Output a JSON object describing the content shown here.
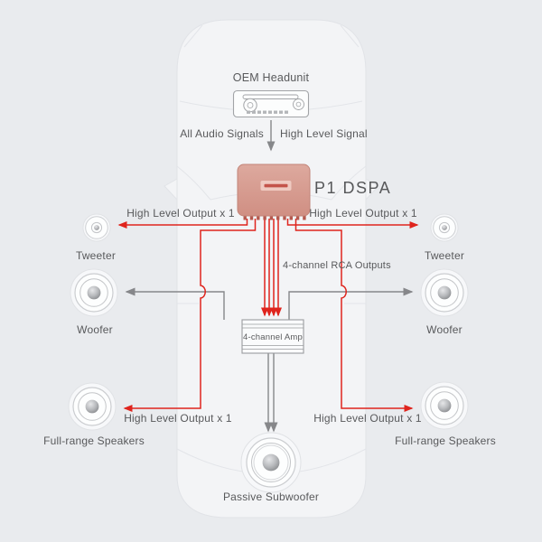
{
  "colors": {
    "background": "#e9ebee",
    "car_body": "#f3f4f6",
    "accent_red": "#df241d",
    "line_gray": "#86878a",
    "text_gray": "#58595b",
    "dsp_fill": "#d89d92"
  },
  "headunit": {
    "title": "OEM Headunit",
    "signal_left": "All Audio Signals",
    "signal_right": "High Level Signal"
  },
  "dsp": {
    "name": "P1 DSPA"
  },
  "amp": {
    "name": "4-channel Amp"
  },
  "connections": {
    "high_level_tweeter_left": "High Level Output x 1",
    "high_level_tweeter_right": "High Level Output x 1",
    "rca_outputs": "4-channel RCA Outputs",
    "high_level_fullrange_left": "High Level Output x 1",
    "high_level_fullrange_right": "High Level Output x 1"
  },
  "speakers": {
    "tweeter_left": "Tweeter",
    "tweeter_right": "Tweeter",
    "woofer_left": "Woofer",
    "woofer_right": "Woofer",
    "fullrange_left": "Full-range Speakers",
    "fullrange_right": "Full-range Speakers",
    "subwoofer": "Passive Subwoofer"
  }
}
